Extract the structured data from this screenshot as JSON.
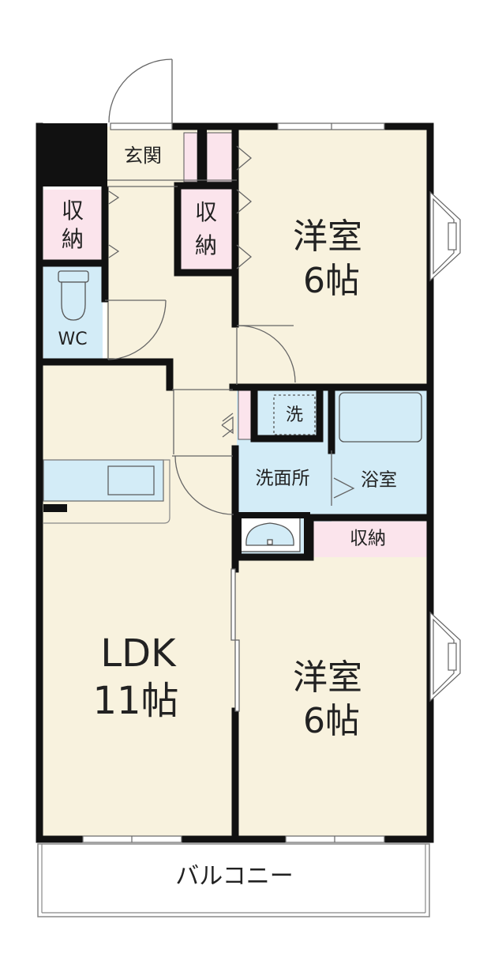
{
  "colors": {
    "room": "#f8f2de",
    "wet": "#d3ecf7",
    "storage": "#fbe4ec",
    "wall": "#111111",
    "balcony": "#ffffff"
  },
  "rooms": {
    "western_upper": {
      "name": "洋室",
      "size": "6帖"
    },
    "western_lower": {
      "name": "洋室",
      "size": "6帖"
    },
    "ldk": {
      "name": "LDK",
      "size": "11帖"
    },
    "entrance": "玄関",
    "wc": "WC",
    "washroom": "洗面所",
    "bath": "浴室",
    "washer": "洗",
    "storage_bottom": "収納",
    "storage_left_1": "収",
    "storage_left_2": "納",
    "storage_mid_1": "収",
    "storage_mid_2": "納",
    "balcony": "バルコニー"
  }
}
